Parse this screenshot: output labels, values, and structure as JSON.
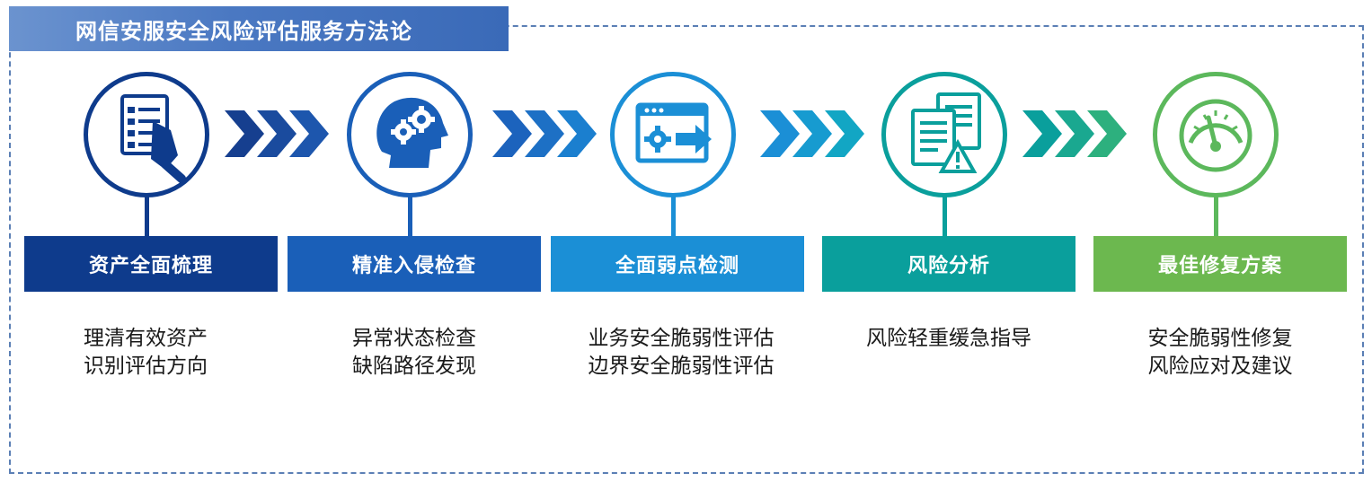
{
  "title": "网信安服安全风险评估服务方法论",
  "colors": {
    "step1": "#0e3b8c",
    "step2": "#1a5fb8",
    "step3": "#1b8fd6",
    "step4": "#0a9f9c",
    "step5": "#5cb85c",
    "frame": "#5b7fb5"
  },
  "steps": [
    {
      "icon": "checklist-hand-icon",
      "label": "资产全面梳理",
      "lines": [
        "理清有效资产",
        "识别评估方向"
      ]
    },
    {
      "icon": "head-gears-icon",
      "label": "精准入侵检查",
      "lines": [
        "异常状态检查",
        "缺陷路径发现"
      ]
    },
    {
      "icon": "window-gear-arrow-icon",
      "label": "全面弱点检测",
      "lines": [
        "业务安全脆弱性评估",
        "边界安全脆弱性评估"
      ]
    },
    {
      "icon": "documents-warning-icon",
      "label": "风险分析",
      "lines": [
        "风险轻重缓急指导"
      ]
    },
    {
      "icon": "gauge-icon",
      "label": "最佳修复方案",
      "lines": [
        "安全脆弱性修复",
        "风险应对及建议"
      ]
    }
  ]
}
